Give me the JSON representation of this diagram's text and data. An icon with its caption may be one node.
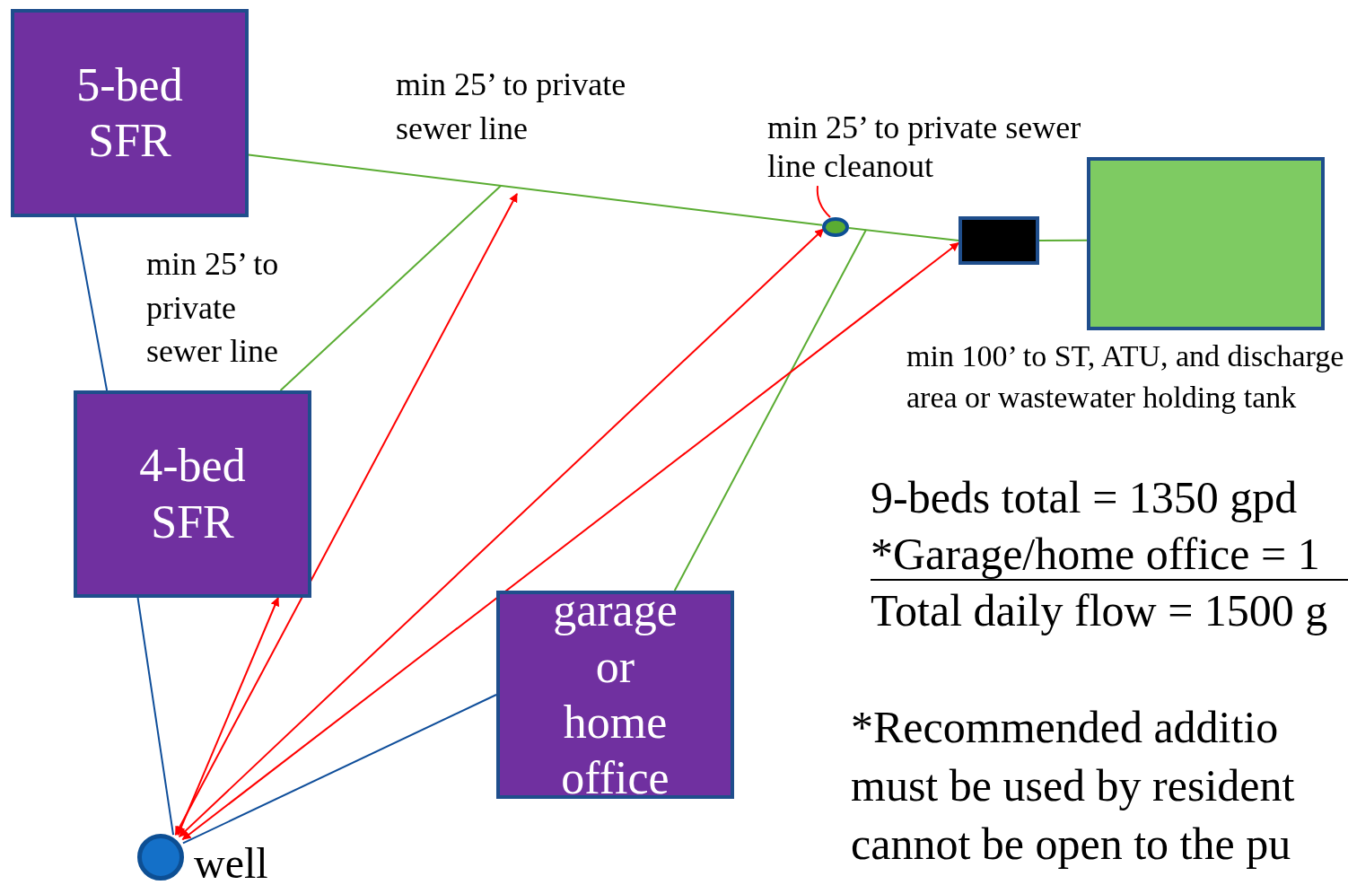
{
  "diagram": {
    "nodes": [
      {
        "text": [
          "5-bed SFR"
        ]
      },
      {
        "text": [
          "4-bed SFR"
        ]
      },
      {
        "text": [
          "garage or home office"
        ]
      },
      {
        "text": [],
        "shape": "circle",
        "beside": [
          "well"
        ]
      },
      {
        "text": [
          "min 25’ to private sewer line cleanout"
        ]
      },
      {
        "text": [],
        "shape": "circle"
      },
      {
        "text": [],
        "shape": "box"
      },
      {
        "text": [],
        "shape": "box"
      }
    ],
    "edges": [
      {
        "from": 0,
        "to": 1,
        "arrow": "none",
        "color": "#0f4e9a"
      },
      {
        "from": 1,
        "to": 3,
        "arrow": "none",
        "color": "#0f4e9a"
      },
      {
        "from": 2,
        "to": 3,
        "arrow": "none",
        "color": "#0f4e9a"
      },
      {
        "from": 0,
        "to": 5,
        "arrow": "none",
        "color": "#5aac32"
      },
      {
        "from": 5,
        "to": 6,
        "arrow": "none",
        "color": "#5aac32"
      },
      {
        "from": 6,
        "to": 7,
        "arrow": "none",
        "color": "#5aac32"
      },
      {
        "from": 1,
        "to": null,
        "arrow": "none",
        "color": "#5aac32"
      },
      {
        "from": 2,
        "to": null,
        "arrow": "none",
        "color": "#5aac32"
      },
      {
        "from": 3,
        "to": 1,
        "arrow": "both",
        "color": "#ff0000"
      },
      {
        "from": 3,
        "to": null,
        "arrow": "both",
        "color": "#ff0000"
      },
      {
        "from": 3,
        "to": 5,
        "arrow": "both",
        "color": "#ff0000"
      },
      {
        "from": 3,
        "to": 6,
        "arrow": "both",
        "color": "#ff0000"
      },
      {
        "from": 4,
        "to": 5,
        "arrow": "none",
        "color": "#ff0000"
      }
    ],
    "labels": [
      "min 25’ to private sewer line",
      "min 25’ to private sewer line",
      "min 100’ to ST, ATU, and discharge area or wastewater holding tank",
      "9-beds total = 1350 gpd",
      "*Garage/home office = 1",
      "Total daily flow = 1500 g",
      "*Recommended additio",
      "must be used by resident",
      "cannot be open to the pu"
    ]
  }
}
